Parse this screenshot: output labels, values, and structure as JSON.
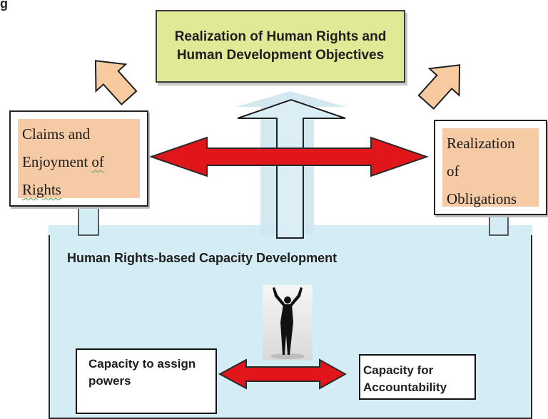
{
  "fragment": {
    "corner_text": "g"
  },
  "goal": {
    "text": "Realization of Human Rights and Human Development Objectives"
  },
  "claims": {
    "line1": "Claims and",
    "line2a": "Enjoyment ",
    "line2b": "of",
    "line3": "Rights"
  },
  "obligations": {
    "line1": "Realization",
    "line2": "of",
    "line3": "Obligations"
  },
  "capacity": {
    "title": "Human Rights-based Capacity Development",
    "assign_label": "Capacity to assign powers",
    "account_label": "Capacity for Accountability"
  },
  "colors": {
    "goal_fill": "#e0e996",
    "side_fill": "#f7caa6",
    "capacity_fill": "#d4ecf3",
    "arrow_red": "#e0161b",
    "arrow_peach": "#f8caa0"
  }
}
